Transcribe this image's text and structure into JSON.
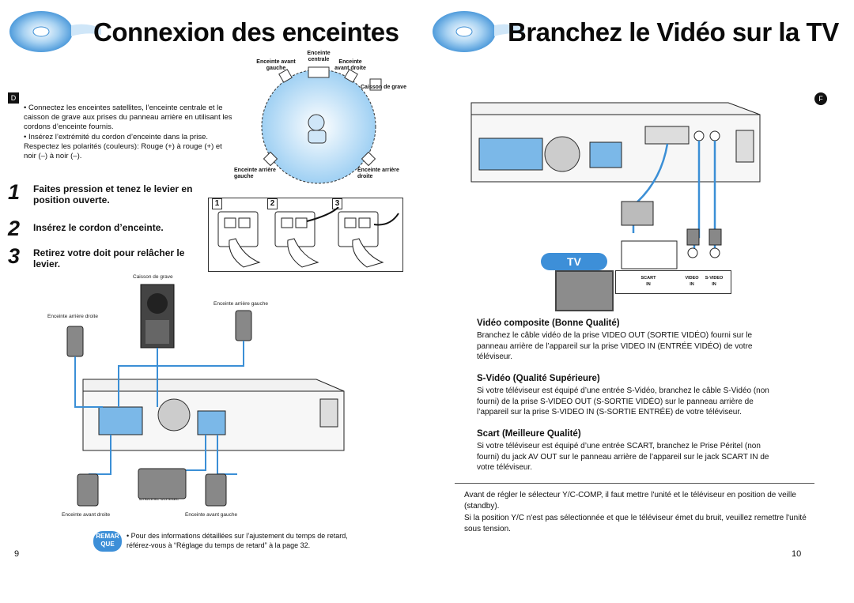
{
  "left": {
    "title": "Connexion des enceintes",
    "lang_tag": "D",
    "bullets": [
      "• Connectez les enceintes satellites, l’enceinte centrale et le caisson de grave aux prises du panneau arrière en utilisant les cordons d’enceinte fournis.",
      "• Insérez l’extrémité du cordon d’enceinte dans la prise. Respectez les polarités (couleurs): Rouge (+) à rouge (+) et noir (–) à noir (–)."
    ],
    "layout_labels": {
      "front_left": "Enceinte avant gauche",
      "center": "Enceinte centrale",
      "front_right": "Enceinte avant droite",
      "subwoofer": "Caisson de grave",
      "rear_left": "Enceinte arrière gauche",
      "rear_right": "Enceinte arrière droite"
    },
    "steps": [
      {
        "num": "1",
        "text": "Faites pression et tenez le levier en position ouverte."
      },
      {
        "num": "2",
        "text": "Insérez le cordon d’enceinte."
      },
      {
        "num": "3",
        "text": "Retirez votre doit pour relâcher le levier."
      }
    ],
    "step_panels": [
      "1",
      "2",
      "3"
    ],
    "wiring_labels": {
      "subwoofer": "Caisson de grave",
      "rear_left": "Enceinte arrière gauche",
      "rear_right": "Enceinte arrière droite",
      "center": "Enceinte centrale",
      "front_left": "Enceinte avant droite",
      "front_right": "Enceinte avant gauche"
    },
    "remark_badge": [
      "REMAR",
      "QUE"
    ],
    "remark_text": "• Pour des informations détaillées sur l’ajustement du temps de retard, référez-vous à “Réglage du temps de retard” à la page 32.",
    "page_number": "9"
  },
  "right": {
    "title": "Branchez le Vidéo sur la TV",
    "lang_tag": "F",
    "tv_label": "TV",
    "tv_jacks": {
      "scart": "SCART IN",
      "video": "VIDEO IN",
      "svideo": "S-VIDEO IN"
    },
    "sections": [
      {
        "heading": "Vidéo composite (Bonne Qualité)",
        "text": "Branchez le câble vidéo de la prise VIDEO OUT (SORTIE VIDÉO) fourni  sur le panneau arrière de l’appareil sur la prise VIDEO IN (ENTRÉE VIDÉO) de votre téléviseur."
      },
      {
        "heading": "S-Vidéo (Qualité Supérieure)",
        "text": "Si votre téléviseur est équipé d’une entrée S-Vidéo, branchez le câble S-Vidéo (non fourni) de la prise S-VIDEO OUT (S-SORTIE VIDÉO) sur le panneau arrière de l’appareil sur la prise S-VIDEO IN (S-SORTIE ENTRÉE) de votre téléviseur."
      },
      {
        "heading": "Scart (Meilleure Qualité)",
        "text": "Si votre téléviseur est équipé d’une entrée SCART, branchez le Prise Péritel (non fourni) du jack AV OUT sur le panneau arrière de l’appareil sur le jack SCART IN de votre téléviseur."
      }
    ],
    "note": [
      "Avant de régler le sélecteur Y/C-COMP, il faut mettre l'unité et le téléviseur en position de veille (standby).",
      "Si la position Y/C n'est pas sélectionnée et que le téléviseur émet du bruit, veuillez remettre l'unité sous tension."
    ],
    "page_number": "10"
  },
  "colors": {
    "disc_blue": "#5aa7e0",
    "disc_light": "#cfe6f8",
    "room_blue": "#bfe0f7",
    "tv_blue": "#3d8fd8"
  }
}
